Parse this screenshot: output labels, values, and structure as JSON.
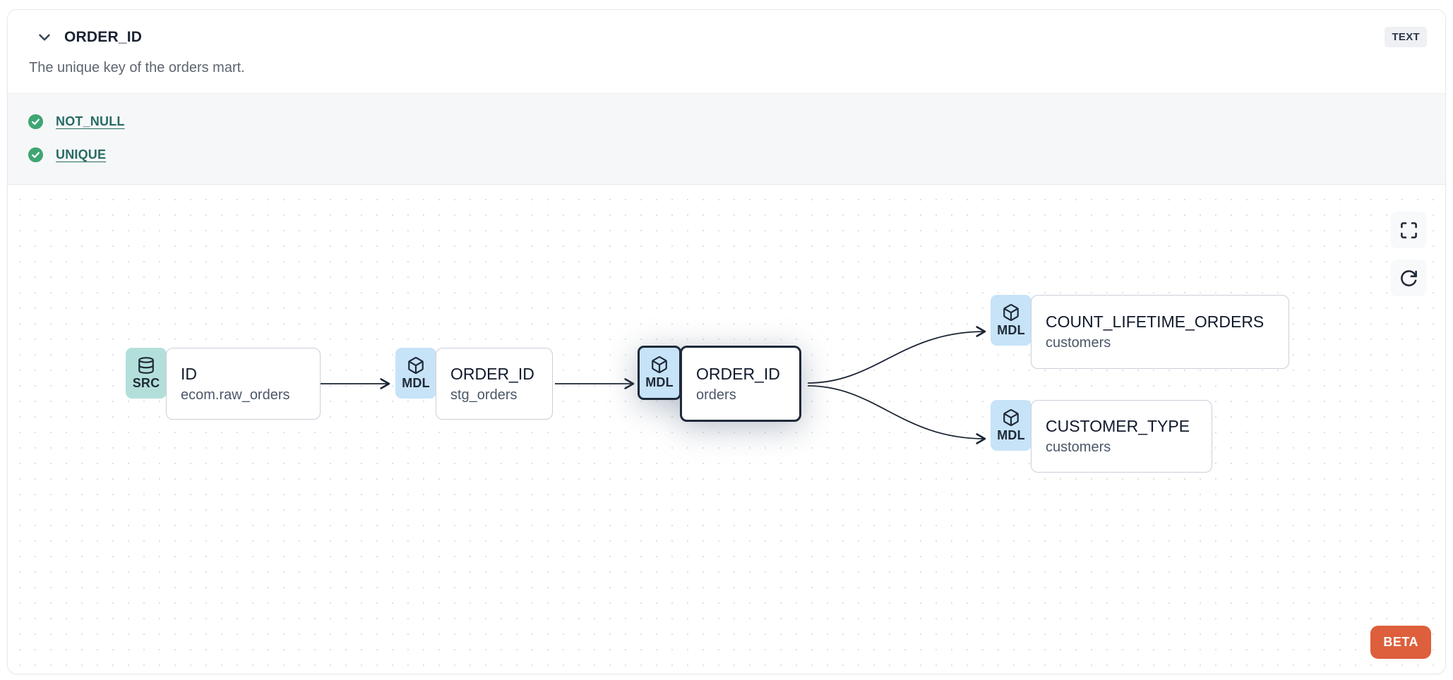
{
  "panel": {
    "title": "ORDER_ID",
    "type_badge": "TEXT",
    "description": "The unique key of the orders mart.",
    "tests": [
      {
        "label": "NOT_NULL",
        "status": "pass",
        "status_icon": "check-circle-icon"
      },
      {
        "label": "UNIQUE",
        "status": "pass",
        "status_icon": "check-circle-icon"
      }
    ]
  },
  "lineage": {
    "nodes": [
      {
        "badge": "SRC",
        "icon": "database-icon",
        "title": "ID",
        "subtitle": "ecom.raw_orders",
        "selected": false
      },
      {
        "badge": "MDL",
        "icon": "cube-icon",
        "title": "ORDER_ID",
        "subtitle": "stg_orders",
        "selected": false
      },
      {
        "badge": "MDL",
        "icon": "cube-icon",
        "title": "ORDER_ID",
        "subtitle": "orders",
        "selected": true
      },
      {
        "badge": "MDL",
        "icon": "cube-icon",
        "title": "COUNT_LIFETIME_ORDERS",
        "subtitle": "customers",
        "selected": false
      },
      {
        "badge": "MDL",
        "icon": "cube-icon",
        "title": "CUSTOMER_TYPE",
        "subtitle": "customers",
        "selected": false
      }
    ],
    "edges": [
      {
        "from": 0,
        "to": 1
      },
      {
        "from": 1,
        "to": 2
      },
      {
        "from": 2,
        "to": 3
      },
      {
        "from": 2,
        "to": 4
      }
    ],
    "controls": [
      {
        "icon": "fullscreen-icon"
      },
      {
        "icon": "refresh-icon"
      }
    ],
    "beta_label": "BETA"
  },
  "colors": {
    "accent_orange": "#dd5f3c",
    "test_pass_green": "#3fa573",
    "link_teal": "#276b63",
    "mdl_badge_blue": "#c7e3f8",
    "src_badge_teal": "#b3dfda",
    "selected_border_navy": "#1e2939",
    "tests_section_bg": "#f6f7f8"
  }
}
